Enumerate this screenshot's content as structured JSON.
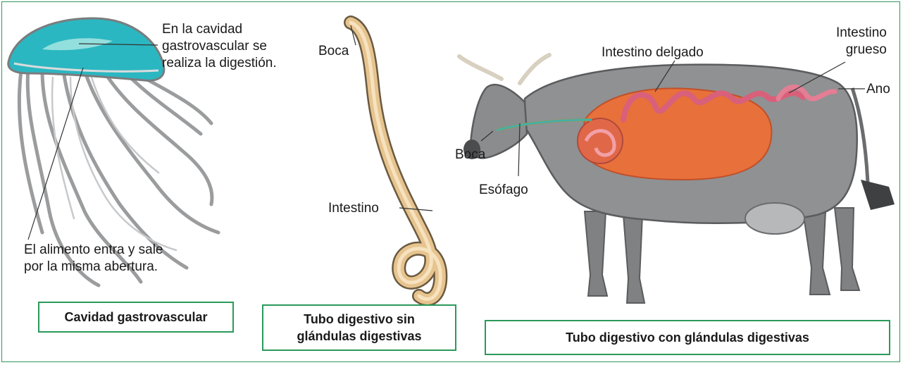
{
  "colors": {
    "frame": "#2a9a5a",
    "jellyfish_cavity": "#2bb7c1",
    "worm_body": "#e7c48f",
    "cow_body": "#8f9193",
    "digestive_orange": "#e8703a",
    "intestine_pink": "#d9607a"
  },
  "jellyfish": {
    "label_top": [
      "En la cavidad",
      "gastrovascular se",
      "realiza la digestión."
    ],
    "label_bottom": [
      "El alimento entra y sale",
      "por la misma abertura."
    ],
    "caption": "Cavidad gastrovascular"
  },
  "worm": {
    "label_mouth": "Boca",
    "label_intestine": "Intestino",
    "caption": [
      "Tubo digestivo sin",
      "glándulas digestivas"
    ]
  },
  "cow": {
    "label_small_intestine": "Intestino delgado",
    "label_large_intestine": [
      "Intestino",
      "grueso"
    ],
    "label_anus": "Ano",
    "label_mouth": "Boca",
    "label_esophagus": "Esófago",
    "caption": "Tubo digestivo con glándulas digestivas"
  }
}
